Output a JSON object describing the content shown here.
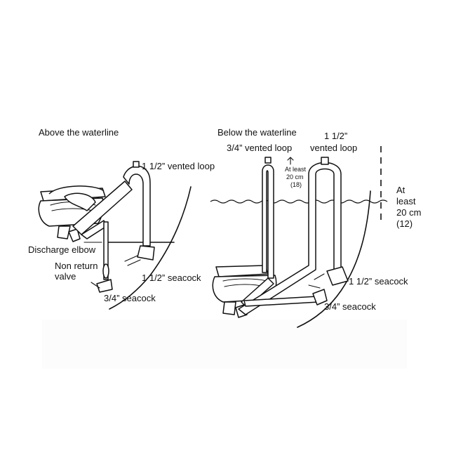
{
  "left_panel": {
    "title": "Above the waterline",
    "vented_loop": "1 1/2” vented loop",
    "discharge_elbow": "Discharge elbow",
    "non_return_line1": "Non return",
    "non_return_line2": "valve",
    "seacock_large": "1 1/2” seacock",
    "seacock_small": "3/4” seacock"
  },
  "right_panel": {
    "title": "Below the waterline",
    "vented_loop_small": "3/4” vented loop",
    "vented_loop_large_line1": "1 1/2”",
    "vented_loop_large_line2": "vented loop",
    "at_least_small_1": "At least",
    "at_least_small_2": "20 cm",
    "at_least_small_3": "(18)",
    "at_least_large_1": "At",
    "at_least_large_2": "least",
    "at_least_large_3": "20 cm",
    "at_least_large_4": "(12)",
    "seacock_large": "1 1/2” seacock",
    "seacock_small": "3/4” seacock"
  },
  "icons": {
    "toilet": "toilet-icon",
    "hull": "hull-line",
    "waterline": "waterline-wave"
  }
}
